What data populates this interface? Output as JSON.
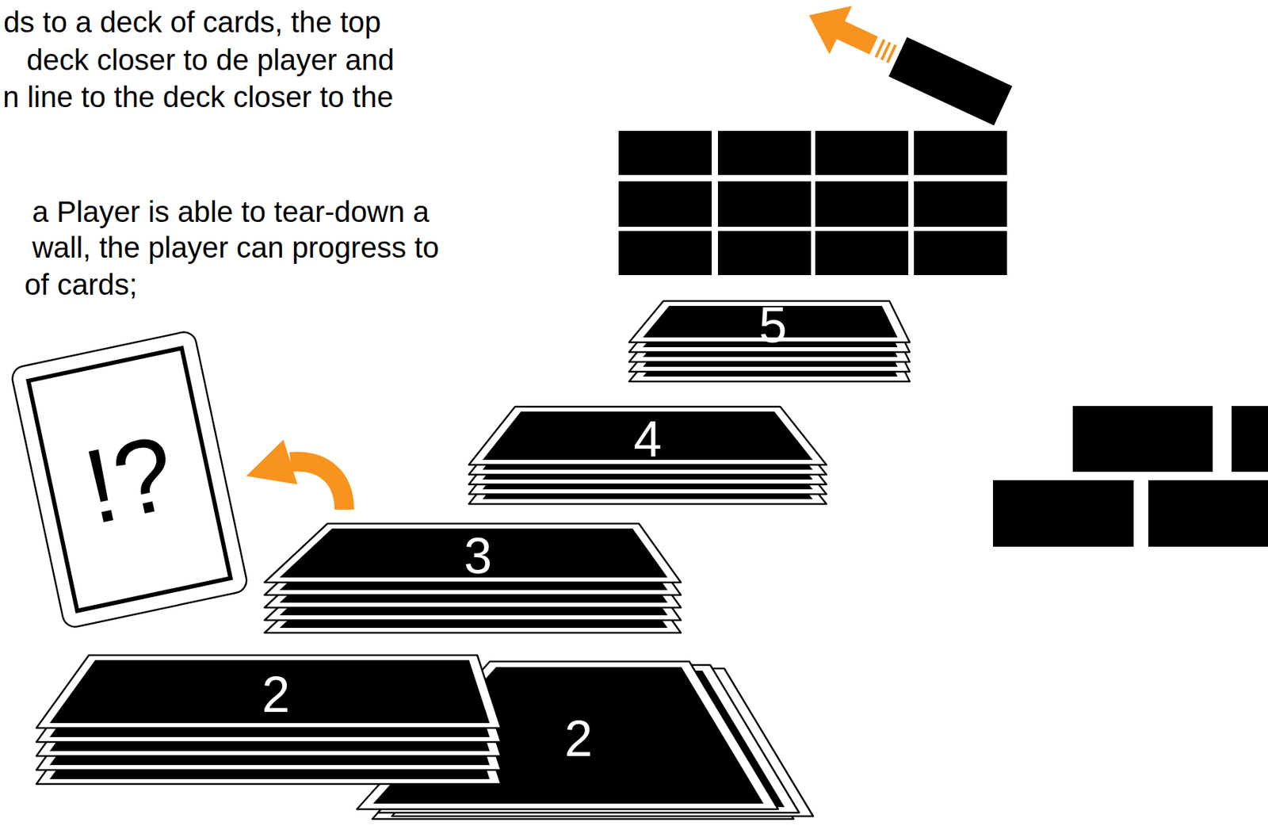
{
  "diagram": {
    "nodes": [
      {
        "text": [
          "5"
        ]
      },
      {
        "text": [
          "4"
        ]
      },
      {
        "text": [
          "!?"
        ]
      },
      {
        "text": [
          "3"
        ]
      },
      {
        "text": [
          "2"
        ]
      },
      {
        "text": [
          "2"
        ]
      }
    ],
    "labels": [
      "ds to a deck of cards, the top",
      "deck closer to de player and",
      "n line to the deck closer to the",
      "a Player is able to tear-down a",
      "wall, the player can progress to",
      "of cards;"
    ]
  }
}
